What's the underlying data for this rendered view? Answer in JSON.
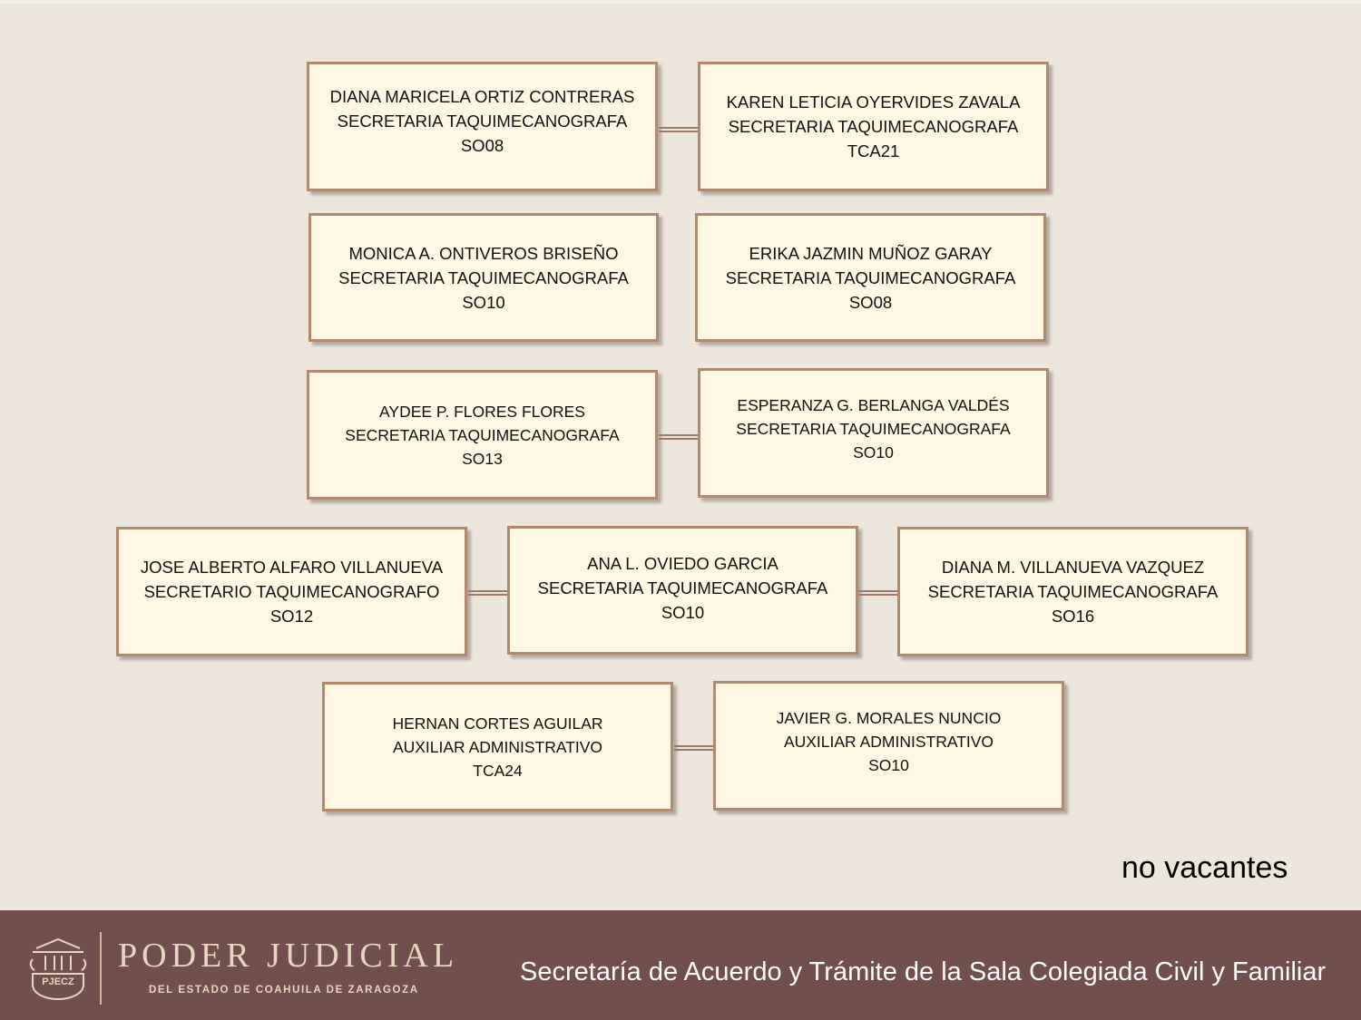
{
  "org_chart": {
    "boxes": [
      {
        "name": "DIANA MARICELA ORTIZ CONTRERAS",
        "role": "SECRETARIA TAQUIMECANOGRAFA",
        "code": "SO08"
      },
      {
        "name": "KAREN LETICIA OYERVIDES ZAVALA",
        "role": "SECRETARIA TAQUIMECANOGRAFA",
        "code": "TCA21"
      },
      {
        "name": "MONICA A. ONTIVEROS BRISEÑO",
        "role": "SECRETARIA TAQUIMECANOGRAFA",
        "code": "SO10"
      },
      {
        "name": "ERIKA JAZMIN MUÑOZ GARAY",
        "role": "SECRETARIA TAQUIMECANOGRAFA",
        "code": "SO08"
      },
      {
        "name": "AYDEE P. FLORES FLORES",
        "role": "SECRETARIA TAQUIMECANOGRAFA",
        "code": "SO13"
      },
      {
        "name": "ESPERANZA G. BERLANGA VALDÉS",
        "role": "SECRETARIA TAQUIMECANOGRAFA",
        "code": "SO10"
      },
      {
        "name": "JOSE ALBERTO ALFARO VILLANUEVA",
        "role": "SECRETARIO TAQUIMECANOGRAFO",
        "code": "SO12"
      },
      {
        "name": "ANA L. OVIEDO GARCIA",
        "role": "SECRETARIA TAQUIMECANOGRAFA",
        "code": "SO10"
      },
      {
        "name": "DIANA M. VILLANUEVA VAZQUEZ",
        "role": "SECRETARIA TAQUIMECANOGRAFA",
        "code": "SO16"
      },
      {
        "name": "HERNAN CORTES AGUILAR",
        "role": "AUXILIAR ADMINISTRATIVO",
        "code": "TCA24"
      },
      {
        "name": "JAVIER G. MORALES NUNCIO",
        "role": "AUXILIAR ADMINISTRATIVO",
        "code": "SO10"
      }
    ]
  },
  "note": "no vacantes",
  "footer": {
    "emblem_text": "PJECZ",
    "org_name": "PODER JUDICIAL",
    "org_subtitle": "DEL ESTADO DE COAHUILA DE ZARAGOZA",
    "title": "Secretaría de Acuerdo y Trámite de la Sala Colegiada Civil y Familiar"
  },
  "colors": {
    "background": "#ede6dc",
    "box_fill": "#fdf7e3",
    "box_border": "#b0896f",
    "footer": "#724e4d"
  }
}
